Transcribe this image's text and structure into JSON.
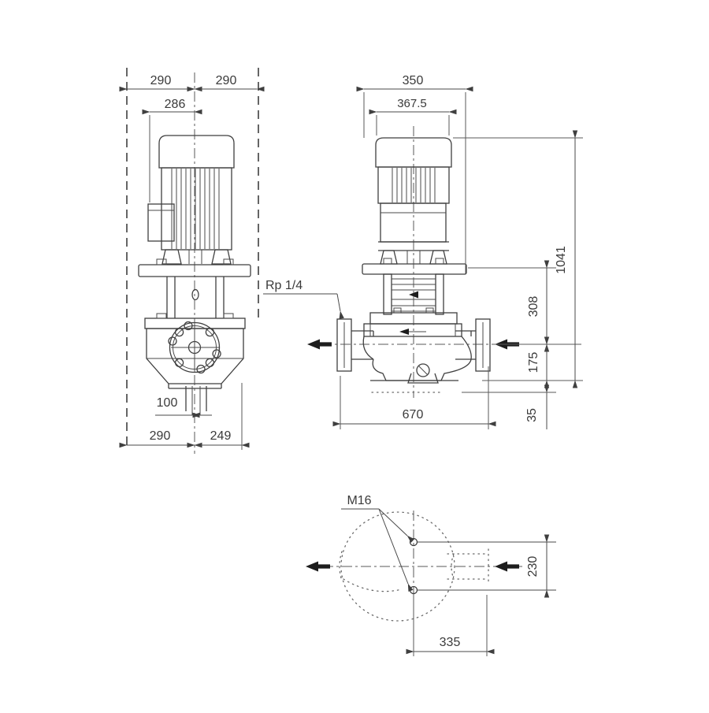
{
  "drawing": {
    "type": "pump-dimensional-drawing",
    "background": "#ffffff",
    "line_color": "#3f3f3f",
    "text_color": "#3a3a3a",
    "labels": {
      "gauge_port": "Rp 1/4",
      "bolt_thread": "M16"
    },
    "front_view": {
      "envelope_left": "290",
      "envelope_right": "290",
      "motor_width": "286",
      "port_nominal": "100",
      "base_left": "290",
      "base_right": "249"
    },
    "side_view": {
      "width": "350",
      "motor_depth": "367.5",
      "total_height": "1041",
      "motor_height": "308",
      "port_centerline_height": "175",
      "base_clearance": "35",
      "length": "670"
    },
    "bottom_view": {
      "bolt_spacing_vertical": "230",
      "bolt_offset_horizontal": "335"
    }
  }
}
